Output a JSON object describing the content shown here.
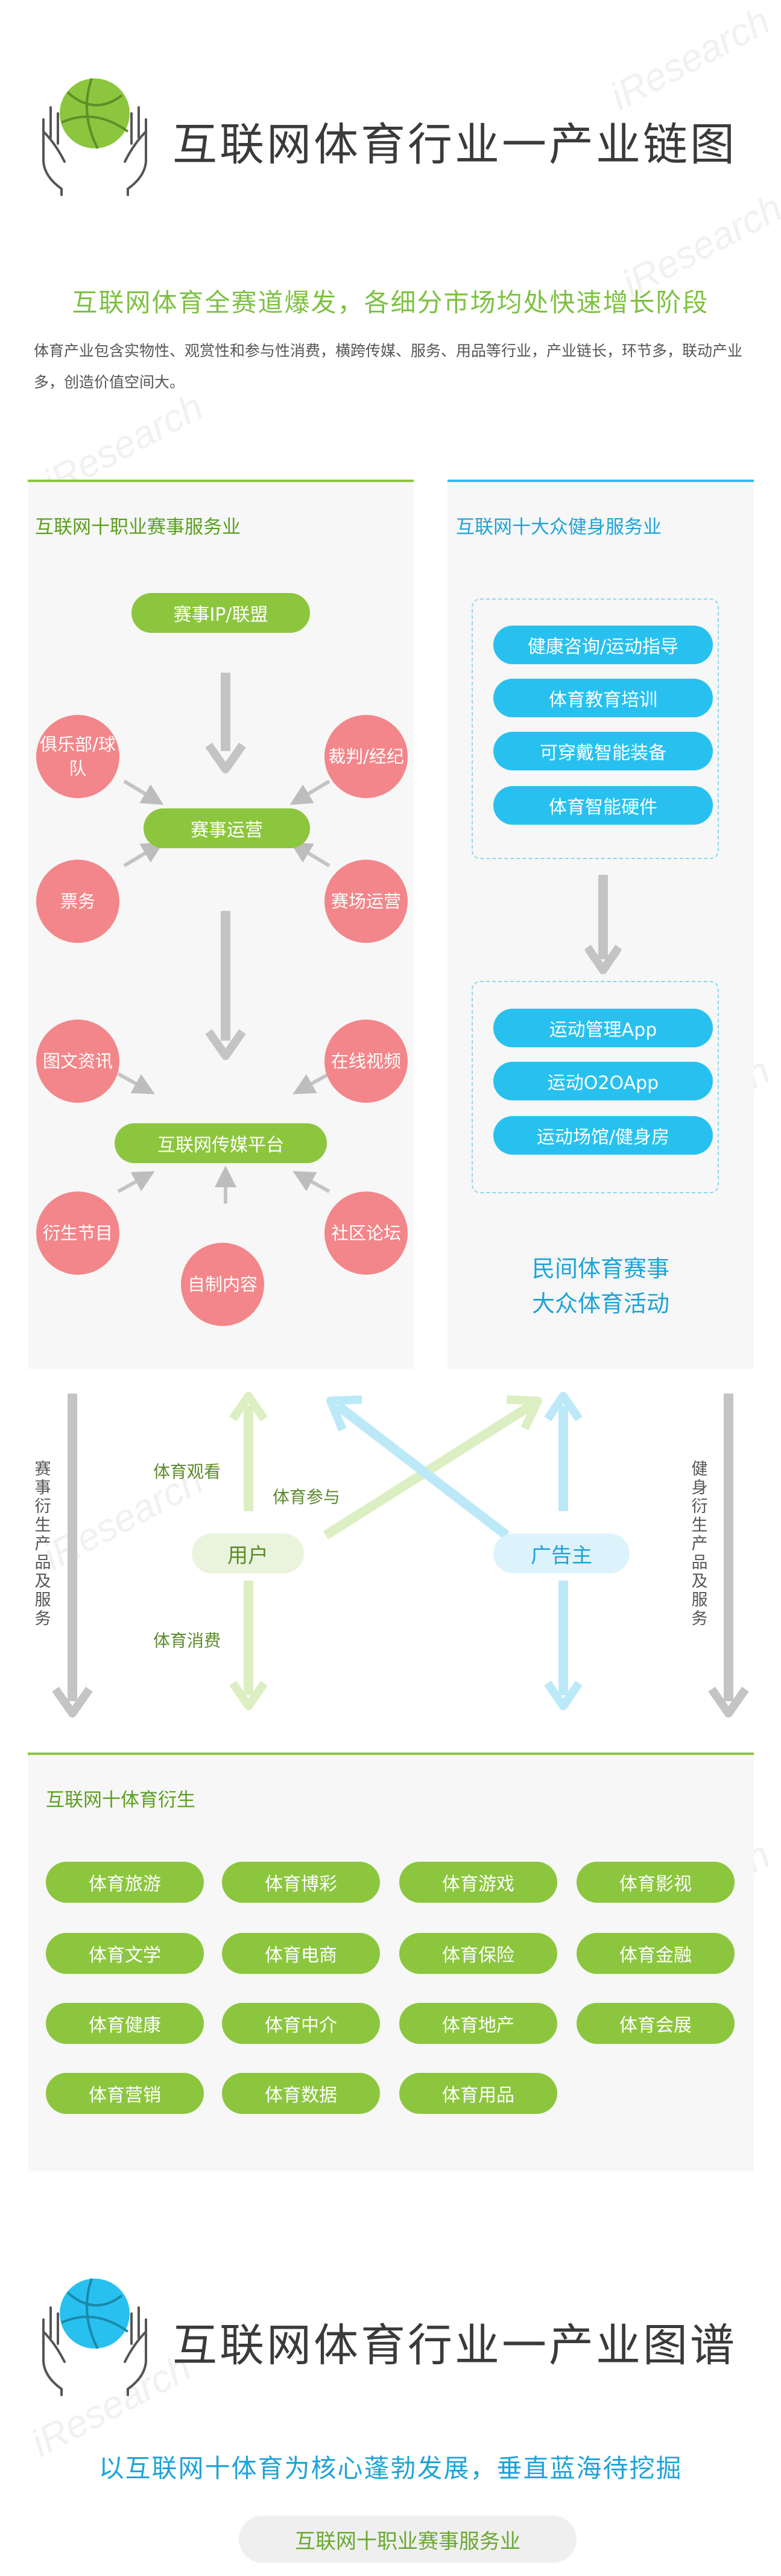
{
  "section1": {
    "title": "互联网体育行业一产业链图",
    "headline": "互联网体育全赛道爆发，各细分市场均处快速增长阶段",
    "intro": "体育产业包含实物性、观赏性和参与性消费，横跨传媒、服务、用品等行业，产业链长，环节多，联动产业多，创造价值空间大。"
  },
  "left_panel": {
    "title": "互联网十职业赛事服务业",
    "ip": "赛事IP/联盟",
    "ops": "赛事运营",
    "media": "互联网传媒平台",
    "circles": {
      "club": "俱乐部/球队",
      "referee": "裁判/经纪",
      "ticket": "票务",
      "venue_ops": "赛场运营",
      "graphic": "图文资讯",
      "video": "在线视频",
      "derivative": "衍生节目",
      "community": "社区论坛",
      "self_made": "自制内容"
    }
  },
  "right_panel": {
    "title": "互联网十大众健身服务业",
    "top_items": [
      "健康咨询/运动指导",
      "体育教育培训",
      "可穿戴智能装备",
      "体育智能硬件"
    ],
    "bottom_items": [
      "运动管理App",
      "运动O2OApp",
      "运动场馆/健身房"
    ],
    "text1": "民间体育赛事",
    "text2": "大众体育活动"
  },
  "flow": {
    "left_vertical": "赛事衍生产品及服务",
    "right_vertical": "健身衍生产品及服务",
    "user": "用户",
    "advertiser": "广告主",
    "watch": "体育观看",
    "participate": "体育参与",
    "consume": "体育消费"
  },
  "bottom_panel": {
    "title": "互联网十体育衍生",
    "items": [
      "体育旅游",
      "体育博彩",
      "体育游戏",
      "体育影视",
      "体育文学",
      "体育电商",
      "体育保险",
      "体育金融",
      "体育健康",
      "体育中介",
      "体育地产",
      "体育会展",
      "体育营销",
      "体育数据",
      "体育用品"
    ]
  },
  "section2": {
    "title": "互联网体育行业一产业图谱",
    "headline": "以互联网十体育为核心蓬勃发展，垂直蓝海待挖掘",
    "button": "互联网十职业赛事服务业"
  },
  "watermark": "iResearch",
  "colors": {
    "green": "#8cc63e",
    "green_dark": "#5b9f1d",
    "blue": "#28c1ef",
    "blue_text": "#1fa3d6",
    "pink": "#f2868a",
    "gray_arrow": "#c4c4c4",
    "light_green_arrow": "#dcefc2",
    "light_blue_arrow": "#bce9f7"
  }
}
